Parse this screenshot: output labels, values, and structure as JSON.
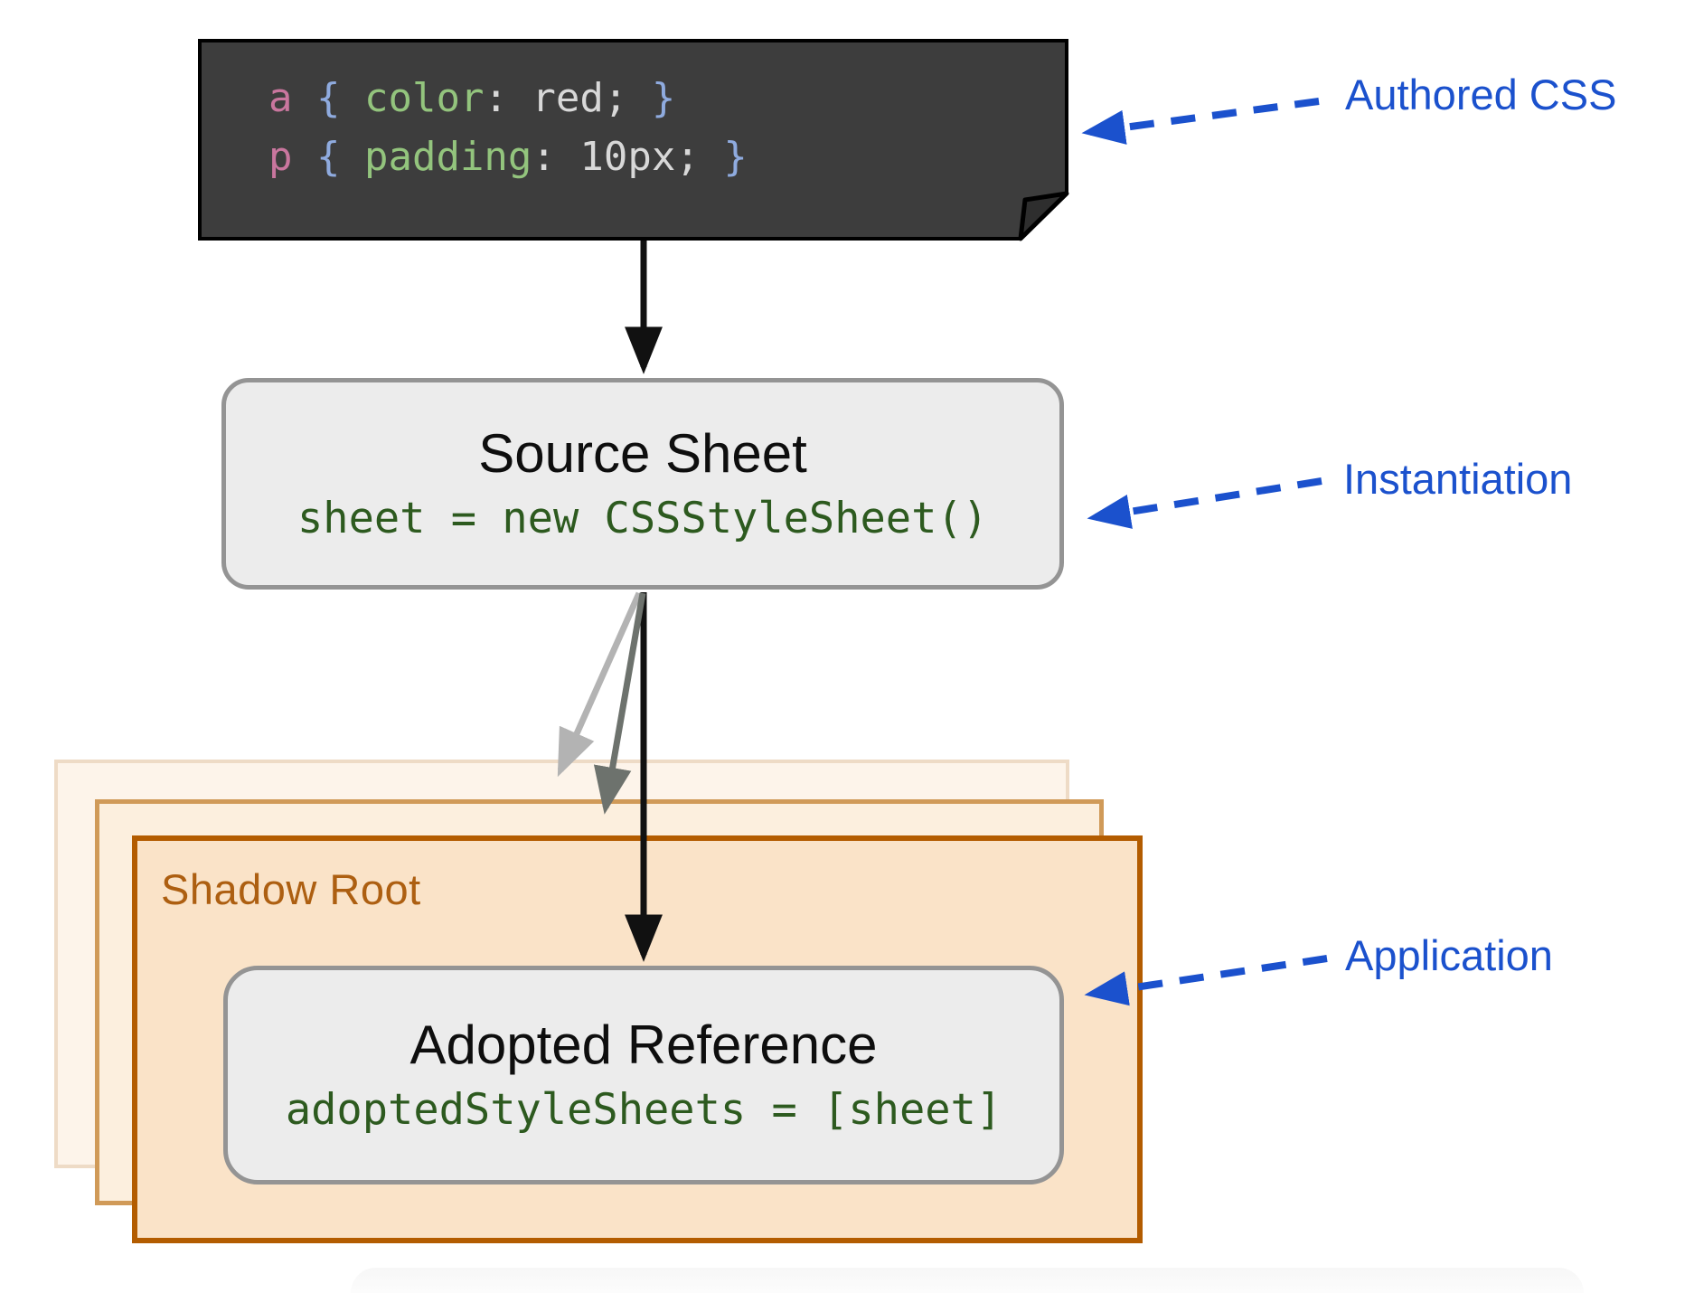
{
  "annotations": {
    "authored_css": "Authored CSS",
    "instantiation": "Instantiation",
    "application": "Application"
  },
  "authored_code": {
    "line1": {
      "selector": "a",
      "open": " { ",
      "property": "color",
      "punct": ": ",
      "value": "red; ",
      "close": "}"
    },
    "line2": {
      "selector": "p",
      "open": " { ",
      "property": "padding",
      "punct": ": ",
      "value": "10px; ",
      "close": "}"
    }
  },
  "source_sheet": {
    "title": "Source Sheet",
    "code": "sheet = new CSSStyleSheet()"
  },
  "shadow_root": {
    "label": "Shadow Root"
  },
  "adopted_reference": {
    "title": "Adopted Reference",
    "code": "adoptedStyleSheets = [sheet]"
  },
  "colors": {
    "annotation_blue": "#1b51cd",
    "code_card_bg": "#3d3d3d",
    "code_selector_pink": "#c9769e",
    "code_brace_blue": "#8fabdf",
    "code_property_green": "#93c47d",
    "code_value_gray": "#d8d8d8",
    "js_code_green": "#2d5a1f",
    "card_fill_gray": "#ececec",
    "card_border_gray": "#949494",
    "shadow_root_fill": "#fae3c8",
    "shadow_root_border": "#b35c00",
    "shadow_root_text": "#ad5f11",
    "arrow_black": "#111111",
    "arrow_gray_dark": "#6d726d",
    "arrow_gray_light": "#b3b3b3"
  }
}
